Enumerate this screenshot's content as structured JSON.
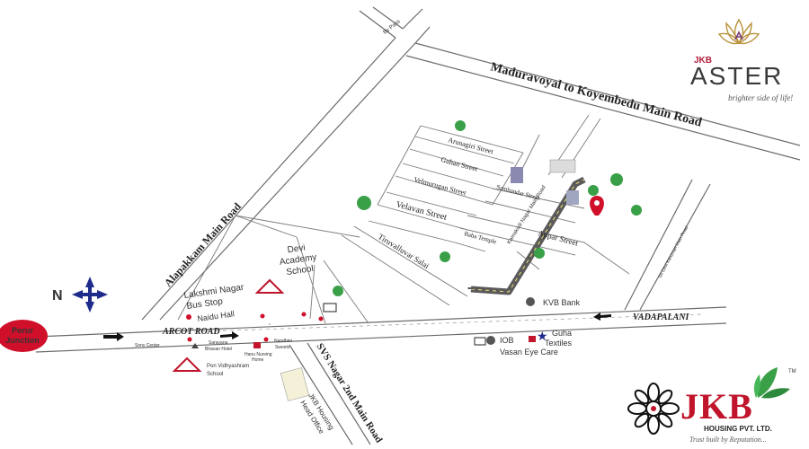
{
  "roads": {
    "main_top": "Maduravoyal to Koyembedu Main Road",
    "alapakkam": "Alapakkam Main Road",
    "arcot": "ARCOT ROAD",
    "vadapalani": "VADAPALANI",
    "svs": "SVS Nagar 2nd Main Road",
    "tiruvalluvar": "Tiruvalluvar Salai",
    "bypass": "By Pass",
    "arunagiri": "Arunagiri Street",
    "guhan": "Guhan Street",
    "velmurugan": "Velmurugan Street",
    "velavan": "Velavan Street",
    "sambandar": "Sambandar Street",
    "appar": "Appar Street",
    "baba": "Baba Temple",
    "kamakodi": "Kamakodi Nagar Main Road",
    "sri_devi": "Sri Devi Karumari Main Road"
  },
  "places": {
    "porur": [
      "Porur",
      "Junction"
    ],
    "devi_school": [
      "Devi",
      "Academy",
      "School"
    ],
    "lakshmi_stop": [
      "Lakshmi Nagar",
      "Bus Stop"
    ],
    "naidu_hall": "Naidu Hall",
    "kvb": "KVB Bank",
    "iob": "IOB",
    "guha": [
      "Guha",
      "Textiles"
    ],
    "vasan": "Vasan Eye Care",
    "sony": "Sony Center",
    "saravana": [
      "Saravana",
      "Bhavan Hotel"
    ],
    "nandhini": [
      "Nandhini",
      "Sweets"
    ],
    "hanu": [
      "Hanu Nursing",
      "Home"
    ],
    "pon": [
      "Pon Vidhyashram",
      "School"
    ],
    "jkb_office": [
      "JKB Housing",
      "Head Office"
    ]
  },
  "brand": {
    "aster_prefix": "JKB",
    "aster_name": "ASTER",
    "aster_tag": "brighter side of life!",
    "jkb_name": "JKB",
    "jkb_sub": "HOUSING PVT. LTD.",
    "jkb_tag": "Trust built by Reputation...",
    "tm": "TM"
  },
  "compass": "N",
  "colors": {
    "porur_red": "#d0102a",
    "compass_blue": "#1e2b8a",
    "route_gray": "#5a5a5a",
    "pin_red": "#d0102a",
    "tree_green": "#3aa048",
    "brand_red": "#c0152b",
    "aster_purple": "#7a3b7a",
    "aster_gold": "#b8913a"
  }
}
